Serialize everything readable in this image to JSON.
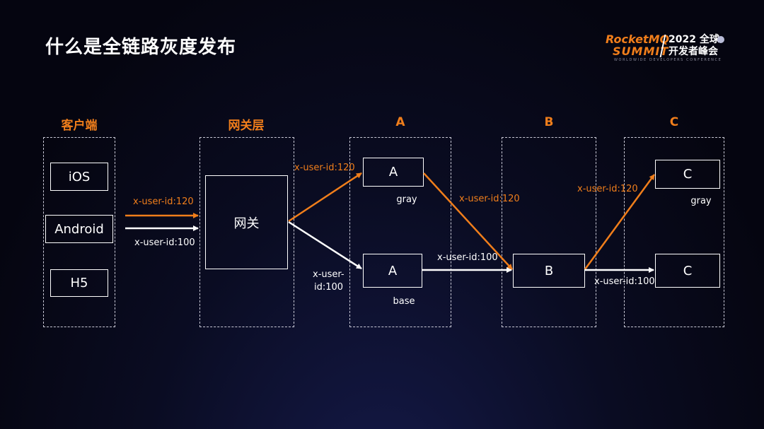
{
  "title": "什么是全链路灰度发布",
  "logo": {
    "line1": "RocketMQ",
    "line2": "SUMMIT",
    "year": "2022 全球",
    "cn": "开发者峰会",
    "subtitle": "WORLDWIDE DEVELOPERS CONFERENCE"
  },
  "columns": {
    "client": "客户端",
    "gateway": "网关层",
    "a": "A",
    "b": "B",
    "c": "C"
  },
  "nodes": {
    "ios": "iOS",
    "android": "Android",
    "h5": "H5",
    "gateway": "网关",
    "a_gray": "A",
    "a_base": "A",
    "b": "B",
    "c_gray": "C",
    "c_base": "C"
  },
  "node_labels": {
    "a_gray": "gray",
    "a_base": "base",
    "c_gray": "gray"
  },
  "edge_labels": {
    "client_gray": "x-user-id:120",
    "client_base": "x-user-id:100",
    "gw_to_a_gray": "x-user-id:120",
    "gw_to_a_base_1": "x-user-",
    "gw_to_a_base_2": "id:100",
    "a_gray_to_b": "x-user-id:120",
    "a_base_to_b": "x-user-id:100",
    "b_to_c_gray": "x-user-id:120",
    "b_to_c_base": "x-user-id:100"
  },
  "colors": {
    "gray_route": "#f07e1b",
    "base_route": "#ffffff",
    "accent": "#f07e1b"
  }
}
